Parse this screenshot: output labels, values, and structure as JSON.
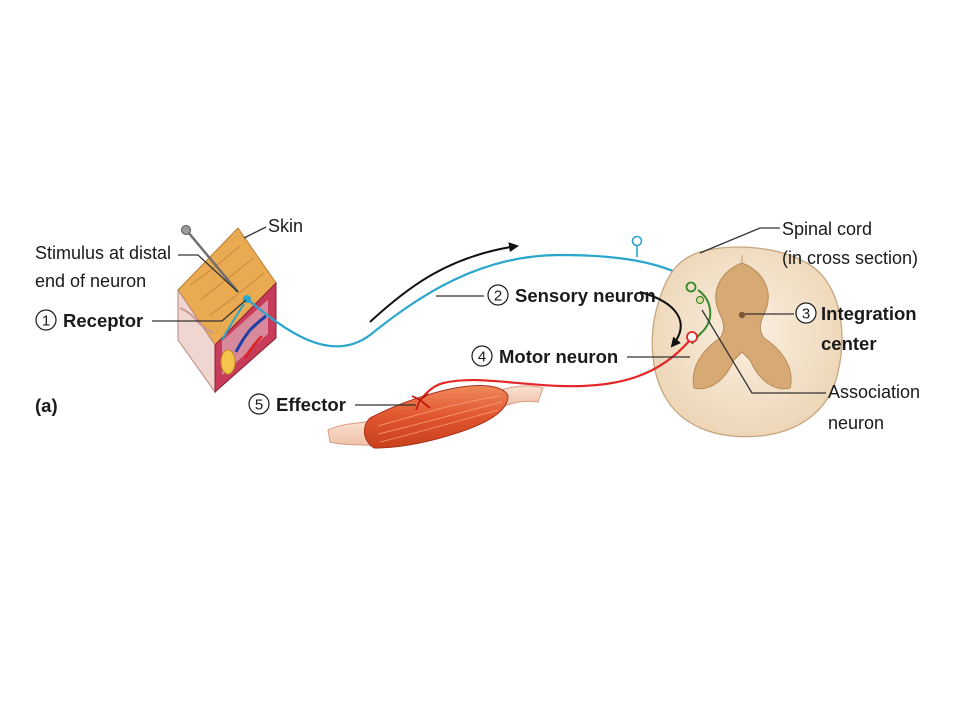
{
  "labels": {
    "skin": "Skin",
    "stimulus_line1": "Stimulus at distal",
    "stimulus_line2": "end of neuron",
    "receptor": "Receptor",
    "panel": "(a)",
    "sensory_neuron": "Sensory neuron",
    "motor_neuron": "Motor neuron",
    "effector": "Effector",
    "spinal_cord_line1": "Spinal cord",
    "spinal_cord_line2": "(in cross section)",
    "integration_line1": "Integration",
    "integration_line2": "center",
    "association_line1": "Association",
    "association_line2": "neuron"
  },
  "steps": {
    "receptor": "1",
    "sensory": "2",
    "integration": "3",
    "motor": "4",
    "effector": "5"
  },
  "colors": {
    "sensory_neuron": "#2aa6cc",
    "motor_neuron": "#e32626",
    "association_neuron": "#3a8a2e",
    "muscle": "#e0552d",
    "spinal_cord": "#f3e2cc",
    "gray_matter": "#d8ae7c",
    "skin_surface": "#e3a24a"
  }
}
